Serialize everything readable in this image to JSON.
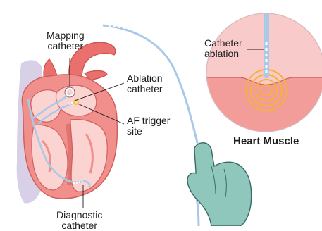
{
  "labels": {
    "mapping_catheter": [
      "Mapping",
      "catheter"
    ],
    "ablation_catheter": [
      "Ablation",
      "catheter"
    ],
    "af_trigger_site": [
      "AF trigger",
      "site"
    ],
    "diagnostic_catheter": [
      "Diagnostic",
      "catheter"
    ],
    "catheter_ablation": [
      "Catheter",
      "ablation"
    ],
    "heart_muscle": "Heart Muscle"
  },
  "colors": {
    "heart_outer": "#f08f8b",
    "heart_inner": "#fbd4d2",
    "heart_wall": "#e9706d",
    "heart_dark": "#c8504e",
    "catheter": "#a9c9e9",
    "glove": "#8fc7bd",
    "glove_outline": "#3b6b63",
    "pericardium": "#d8d0e6",
    "muscle_top": "#f9caca",
    "muscle_bottom": "#f29d9a",
    "ablation_rings": "#f5b338",
    "text": "#1c1c1c"
  }
}
